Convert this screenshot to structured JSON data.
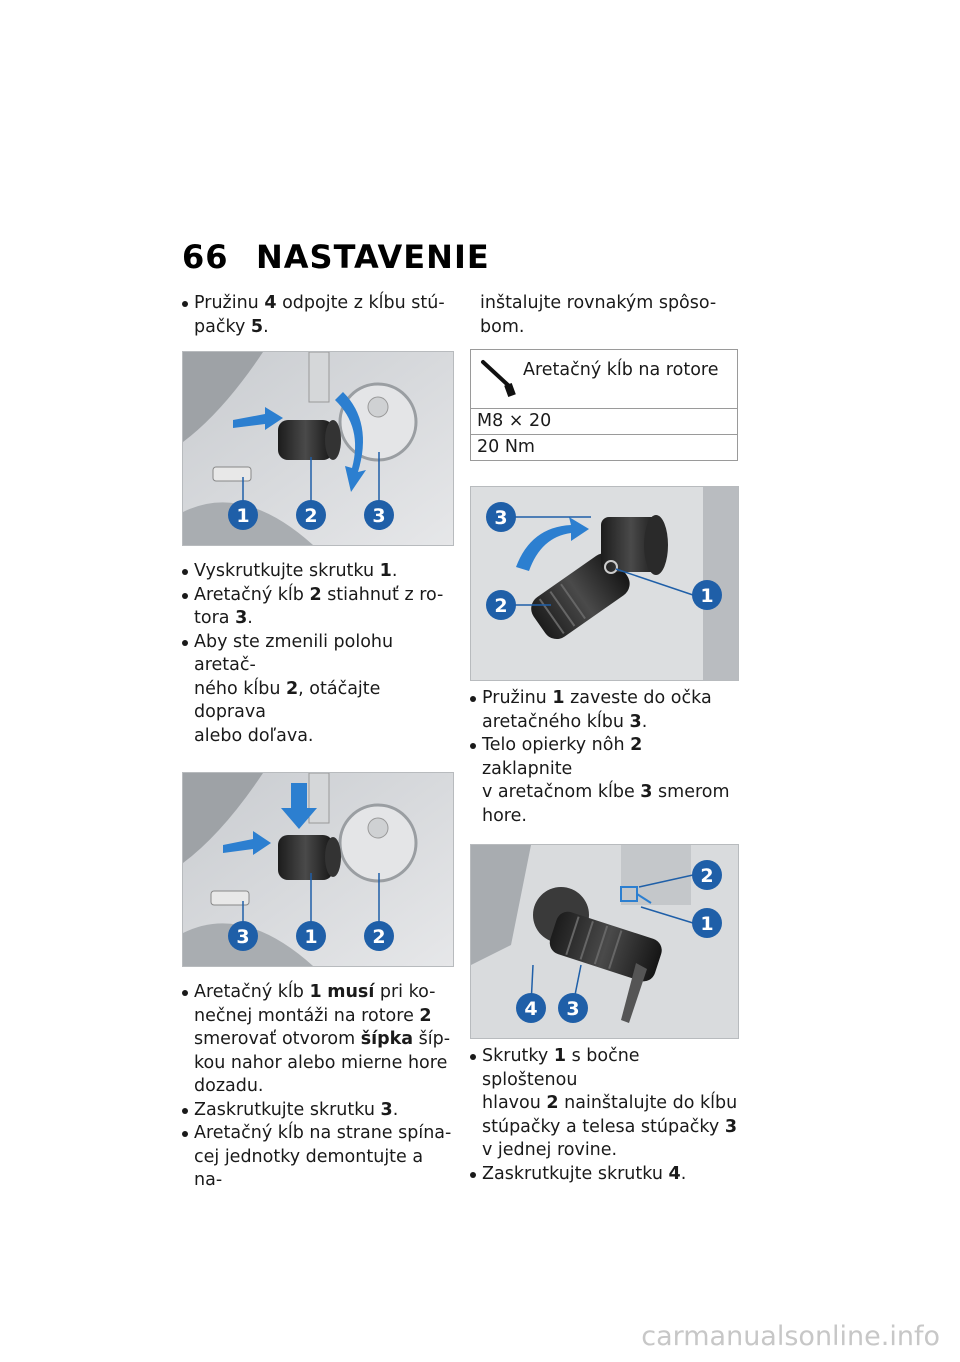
{
  "header": {
    "page_number": "66",
    "title": "NASTAVENIE"
  },
  "left": {
    "p1": {
      "a": "Pružinu ",
      "b": "4",
      "c": " odpojte z kĺbu stú-",
      "d": "pačky ",
      "e": "5",
      "f": "."
    },
    "fig1": {
      "labels": [
        "1",
        "2",
        "3"
      ]
    },
    "p2": {
      "a": "Vyskrutkujte skrutku ",
      "b": "1",
      "c": "."
    },
    "p3": {
      "a": "Aretačný kĺb ",
      "b": "2",
      "c": " stiahnuť z ro-",
      "d": "tora ",
      "e": "3",
      "f": "."
    },
    "p4": {
      "a": "Aby ste zmenili polohu aretač-",
      "b": "ného kĺbu ",
      "c": "2",
      "d": ", otáčajte doprava",
      "e": "alebo doľava."
    },
    "fig2": {
      "labels": [
        "3",
        "1",
        "2"
      ]
    },
    "p5": {
      "a": "Aretačný kĺb ",
      "b": "1",
      "c": "musí",
      "d": " pri ko-",
      "e": "nečnej montáži na rotore ",
      "f": "2",
      "g": "smerovať otvorom ",
      "h": "šípka",
      "i": " šíp-",
      "j": "kou nahor alebo mierne hore",
      "k": "dozadu."
    },
    "p6": {
      "a": "Zaskrutkujte skrutku ",
      "b": "3",
      "c": "."
    },
    "p7": {
      "a": "Aretačný kĺb na strane spína-",
      "b": "cej jednotky demontujte a na-"
    }
  },
  "right": {
    "p1": {
      "a": "inštalujte rovnakým spôso-",
      "b": "bom."
    },
    "spec": {
      "title": "Aretačný kĺb na rotore",
      "thread": "M8 × 20",
      "torque": "20 Nm"
    },
    "fig3": {
      "labels": [
        "3",
        "2",
        "1"
      ]
    },
    "p2": {
      "a": "Pružinu ",
      "b": "1",
      "c": " zaveste do očka",
      "d": "aretačného kĺbu ",
      "e": "3",
      "f": "."
    },
    "p3": {
      "a": "Telo opierky nôh ",
      "b": "2",
      "c": " zaklapnite",
      "d": "v aretačnom kĺbe ",
      "e": "3",
      "f": " smerom",
      "g": "hore."
    },
    "fig4": {
      "labels": [
        "2",
        "1",
        "4",
        "3"
      ]
    },
    "p4": {
      "a": "Skrutky ",
      "b": "1",
      "c": " s bočne sploštenou",
      "d": "hlavou ",
      "e": "2",
      "f": " nainštalujte do kĺbu",
      "g": "stúpačky a telesa stúpačky ",
      "h": "3",
      "i": "v jednej rovine."
    },
    "p5": {
      "a": "Zaskrutkujte skrutku ",
      "b": "4",
      "c": "."
    }
  },
  "watermark": "carmanualsonline.info",
  "colors": {
    "callout_blue": "#1f5fa8",
    "arrow_blue": "#2c7fd0"
  }
}
